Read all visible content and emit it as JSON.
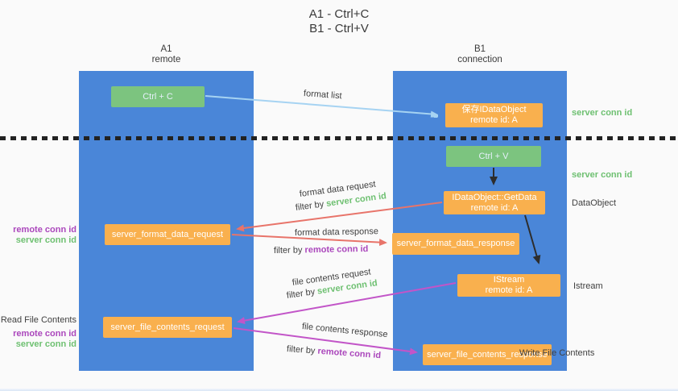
{
  "title": {
    "line1": "A1 - Ctrl+C",
    "line2": "B1 - Ctrl+V"
  },
  "lifelines": {
    "a1": {
      "name": "A1",
      "role": "remote"
    },
    "b1": {
      "name": "B1",
      "role": "connection"
    }
  },
  "nodes": {
    "ctrl_c": {
      "label": "Ctrl + C"
    },
    "save_dataobject": {
      "line1": "保存IDataObject",
      "line2": "remote id: A"
    },
    "ctrl_v": {
      "label": "Ctrl + V"
    },
    "getdata": {
      "line1": "IDataObject::GetData",
      "line2": "remote id: A"
    },
    "format_request": {
      "label": "server_format_data_request"
    },
    "format_response": {
      "label": "server_format_data_response"
    },
    "istream": {
      "line1": "IStream",
      "line2": "remote id: A"
    },
    "file_request": {
      "label": "server_file_contents_request"
    },
    "file_response": {
      "label": "server_file_contents_response"
    }
  },
  "arrow_labels": {
    "format_list": "format list",
    "format_data_request": "format data request",
    "format_data_response": "format data response",
    "file_contents_request": "file contents request",
    "file_contents_response": "file contents response",
    "filter_by": "filter by ",
    "server_conn_id": "server conn id",
    "remote_conn_id": "remote conn id"
  },
  "side_labels": {
    "server_conn_id": "server conn id",
    "remote_conn_id": "remote conn id",
    "dataobject": "DataObject",
    "istream": "Istream",
    "read_file_contents": "Read File Contents",
    "write_file_contents": "Write File Contents"
  },
  "colors": {
    "column_blue": "#4a86d8",
    "box_green": "#7cc47f",
    "box_orange": "#f9b04e",
    "arrow_light_blue": "#a6d3f2",
    "arrow_salmon": "#e8746a",
    "arrow_magenta": "#c255c8",
    "arrow_black": "#2d2d2d",
    "label_green": "#6ec071",
    "label_purple": "#ab47bc",
    "background": "#fafafa"
  }
}
